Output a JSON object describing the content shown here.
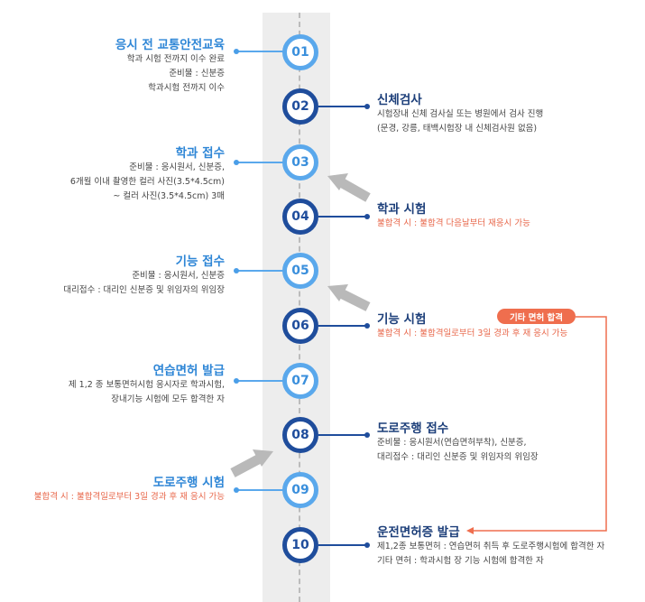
{
  "steps": [
    {
      "num": "01",
      "title": "응시 전 교통안전교육",
      "lines": [
        "학과 시험 전까지 이수 완료",
        "준비물 : 신분증",
        "학과시험 전까지 이수"
      ]
    },
    {
      "num": "02",
      "title": "신체검사",
      "lines": [
        "시험장내 신체 검사실 또는 병원에서 검사 진행",
        "(문경, 강릉, 태백시험장 내 신체검사원 없음)"
      ]
    },
    {
      "num": "03",
      "title": "학과 접수",
      "lines": [
        "준비물 : 응시원서, 신분증,",
        "6개월 이내 촬영한 컬러 사진(3.5*4.5cm)",
        "~ 컬러 사진(3.5*4.5cm) 3매"
      ]
    },
    {
      "num": "04",
      "title": "학과 시험",
      "lines": [
        "불합격 시 : 불합격 다음날부터 재응시 가능"
      ]
    },
    {
      "num": "05",
      "title": "기능 접수",
      "lines": [
        "준비물 : 응시원서, 신분증",
        "대리접수 : 대리인 신분증 및 위임자의 위임장"
      ]
    },
    {
      "num": "06",
      "title": "기능 시험",
      "lines": [
        "불합격 시 : 불합격일로부터 3일 경과 후 재 응시 가능"
      ]
    },
    {
      "num": "07",
      "title": "연습면허 발급",
      "lines": [
        "제 1,2 종 보통면허시험 응시자로 학과시험,",
        "장내기능 시험에 모두 합격한 자"
      ]
    },
    {
      "num": "08",
      "title": "도로주행 접수",
      "lines": [
        "준비물 : 응시원서(연습면허부착), 신분증,",
        "대리접수 : 대리인 신분증 및 위임자의 위임장"
      ]
    },
    {
      "num": "09",
      "title": "도로주행 시험",
      "lines": [
        "불합격 시 : 불합격일로부터 3일 경과 후 재 응시 가능"
      ]
    },
    {
      "num": "10",
      "title": "운전면허증 발급",
      "lines": [
        "제1,2종 보통면허 : 연습면허 취득 후 도로주행시험에 합격한 자",
        "기타 면허 : 학과시험 장 기능 시험에 합격한 자"
      ]
    }
  ],
  "badge": "기타 면허 합격",
  "colors": {
    "light": "#5aa8ec",
    "dark": "#1f4d9c",
    "red": "#ef6e4e",
    "arrow": "#b9b9b9"
  }
}
